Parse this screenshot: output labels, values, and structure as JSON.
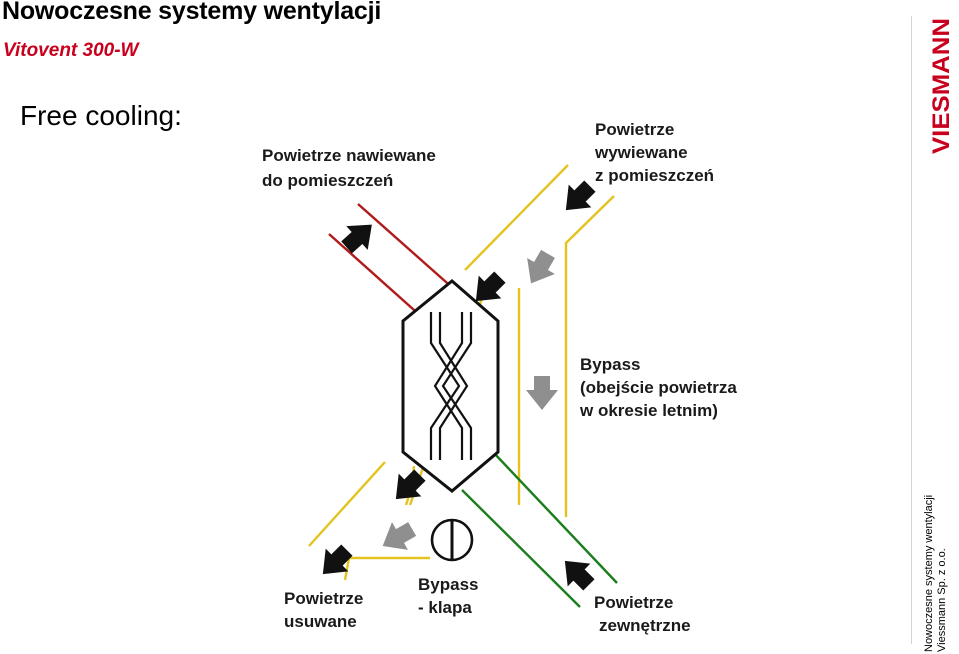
{
  "header": {
    "title": "Nowoczesne systemy wentylacji",
    "subtitle": "Vitovent 300-W"
  },
  "section": {
    "heading": "Free cooling:"
  },
  "diagram": {
    "supply_air_label": [
      "Powietrze nawiewane",
      "do pomieszczeń"
    ],
    "extract_air_label": [
      "Powietrze",
      "wywiewane",
      "z pomieszczeń"
    ],
    "bypass_label": [
      "Bypass",
      "(obejście powietrza",
      "w okresie letnim)"
    ],
    "exhaust_air_label": [
      "Powietrze",
      "usuwane"
    ],
    "bypass_damper_label": [
      "Bypass",
      "- klapa"
    ],
    "outdoor_air_label": [
      "Powietrze",
      "zewnętrzne"
    ]
  },
  "brand": {
    "logo_text": "VIESMANN",
    "color": "#c8001e"
  },
  "footer": {
    "line1": "Nowoczesne systemy wentylacji",
    "line2": "Viessmann Sp. z o.o."
  },
  "colors": {
    "supply_duct": "#b11a1a",
    "extract_duct": "#e3c320",
    "outdoor_duct": "#1b7d1b",
    "arrow_main": "#111111",
    "arrow_bypass": "#8f8f8f"
  }
}
